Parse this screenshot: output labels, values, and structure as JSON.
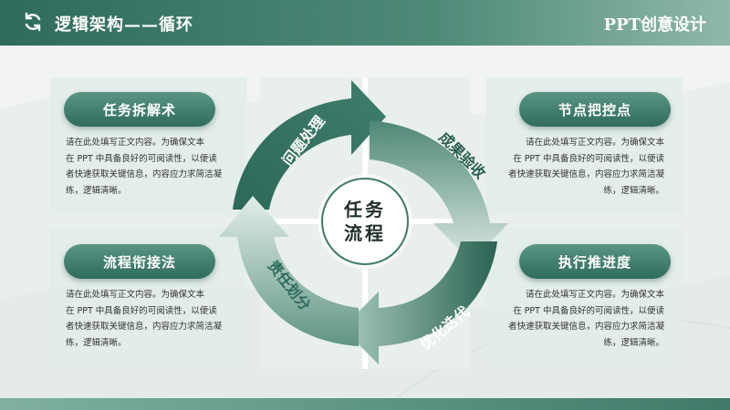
{
  "header": {
    "title": "逻辑架构——循环",
    "brand": "PPT创意设计",
    "icon": "refresh-cycle-icon"
  },
  "colors": {
    "primary_dark": "#2f6b5c",
    "primary_mid": "#4f8a79",
    "primary_light": "#cfe2db",
    "card_bg": "#e2ece9"
  },
  "center": {
    "line1": "任务",
    "line2": "流程"
  },
  "cycle_labels": {
    "top_left": "问题处理",
    "top_right": "成果验收",
    "bottom_right": "优化迭代",
    "bottom_left": "责任划分"
  },
  "cards": {
    "top_left": {
      "title": "任务拆解术",
      "lines": [
        "请在此处填写正文内容。为确保文本",
        "在 PPT 中具备良好的可阅读性，以便读",
        "者快速获取关键信息，内容应力求简洁凝",
        "练，逻辑清晰。"
      ]
    },
    "bottom_left": {
      "title": "流程衔接法",
      "lines": [
        "请在此处填写正文内容。为确保文本",
        "在 PPT 中具备良好的可阅读性，以便读",
        "者快速获取关键信息，内容应力求简洁凝",
        "练，逻辑清晰。"
      ]
    },
    "top_right": {
      "title": "节点把控点",
      "lines": [
        "请在此处填写正文内容。为确保文本",
        "在 PPT 中具备良好的可阅读性，以便读",
        "者快速获取关键信息，内容应力求简洁凝",
        "练，逻辑清晰。"
      ]
    },
    "bottom_right": {
      "title": "执行推进度",
      "lines": [
        "请在此处填写正文内容。为确保文本",
        "在 PPT 中具备良好的可阅读性，以便读",
        "者快速获取关键信息，内容应力求简洁凝",
        "练，逻辑清晰。"
      ]
    }
  }
}
